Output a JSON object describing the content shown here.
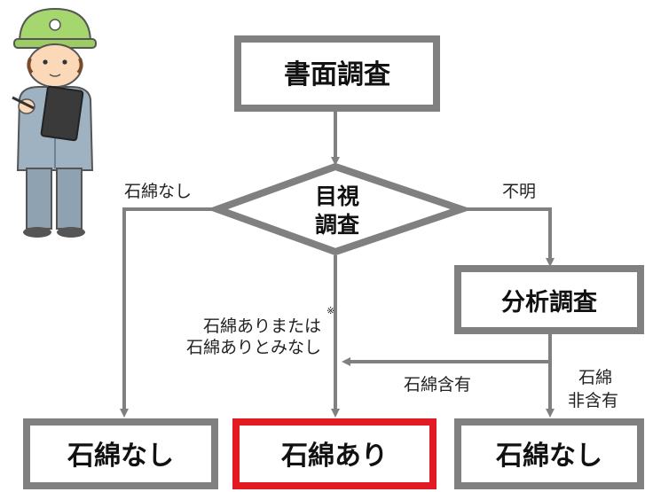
{
  "colors": {
    "stroke": "#808080",
    "highlight": "#e21b22",
    "text": "#111111"
  },
  "nodes": {
    "document_survey": "書面調査",
    "visual_survey_line1": "目視",
    "visual_survey_line2": "調査",
    "analysis_survey": "分析調査",
    "result_left": "石綿なし",
    "result_center": "石綿あり",
    "result_right": "石綿なし"
  },
  "edges": {
    "left_label": "石綿なし",
    "right_label": "不明",
    "center_line1": "石綿ありまたは",
    "center_line2": "石綿ありとみなし",
    "center_mark": "※",
    "contains_label": "石綿含有",
    "not_contains_line1": "石綿",
    "not_contains_line2": "非含有"
  },
  "icons": [
    "worker-with-clipboard-icon"
  ]
}
